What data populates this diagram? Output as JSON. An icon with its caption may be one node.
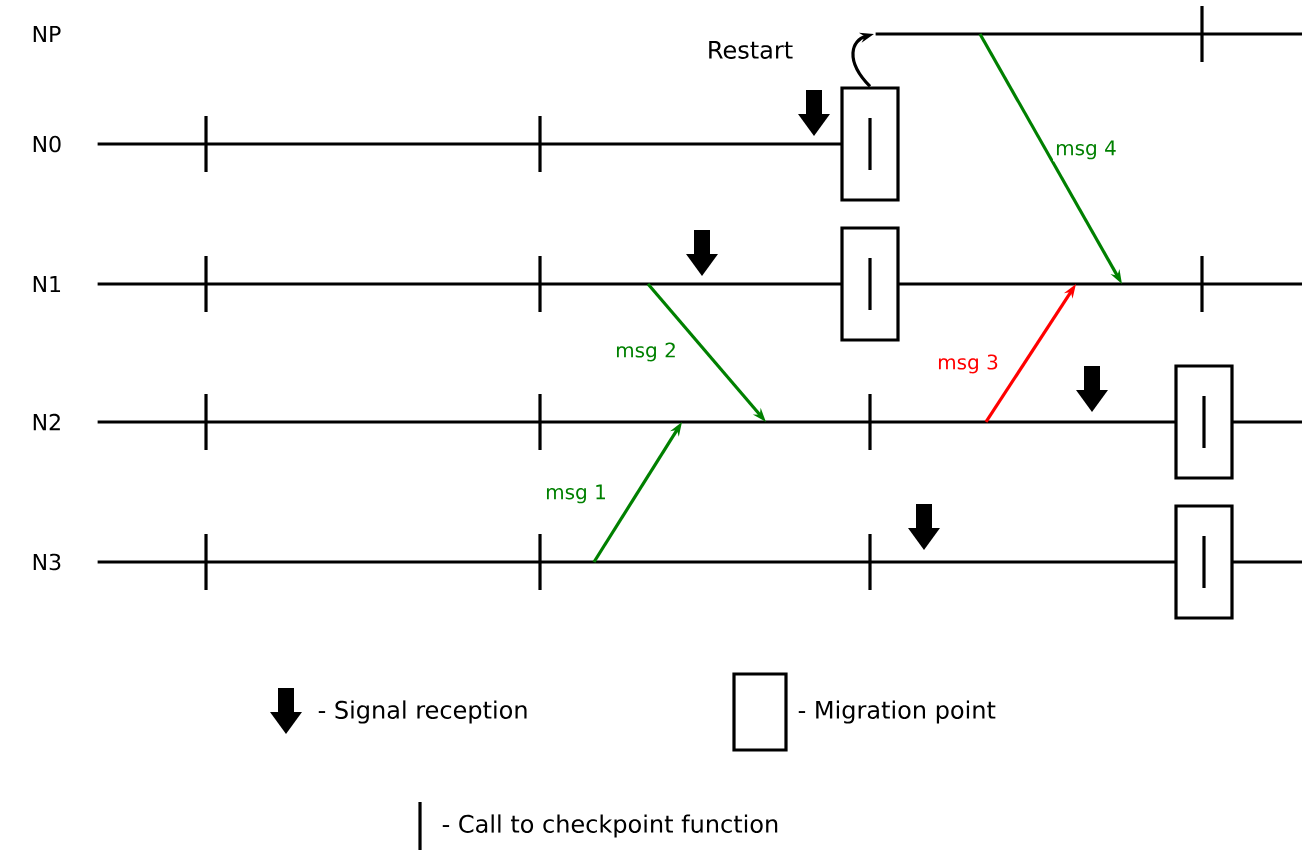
{
  "diagram": {
    "nodes": [
      {
        "text": [
          "NP"
        ]
      },
      {
        "text": [
          "N0"
        ]
      },
      {
        "text": [
          "N1"
        ]
      },
      {
        "text": [
          "N2"
        ]
      },
      {
        "text": [
          "N3"
        ]
      },
      {
        "text": [],
        "shape": "box"
      },
      {
        "text": [],
        "shape": "box"
      },
      {
        "text": [],
        "shape": "box"
      },
      {
        "text": [],
        "shape": "box"
      }
    ],
    "edges": [
      {
        "from": 5,
        "to": 0,
        "arrow": "to",
        "label": "Restart",
        "color": "#000000"
      },
      {
        "from": 0,
        "to": 2,
        "arrow": "to",
        "label": "msg 4"
      },
      {
        "from": 2,
        "to": 3,
        "arrow": "to",
        "label": "msg 2"
      },
      {
        "from": 3,
        "to": 2,
        "arrow": "to",
        "label": "msg 3",
        "color": "#ff0000"
      },
      {
        "from": 4,
        "to": 3,
        "arrow": "to",
        "label": "msg 1"
      }
    ],
    "legend": [
      {
        "text": "- Signal reception"
      },
      {
        "text": "- Migration point"
      },
      {
        "text": "- Call to checkpoint function"
      }
    ]
  }
}
